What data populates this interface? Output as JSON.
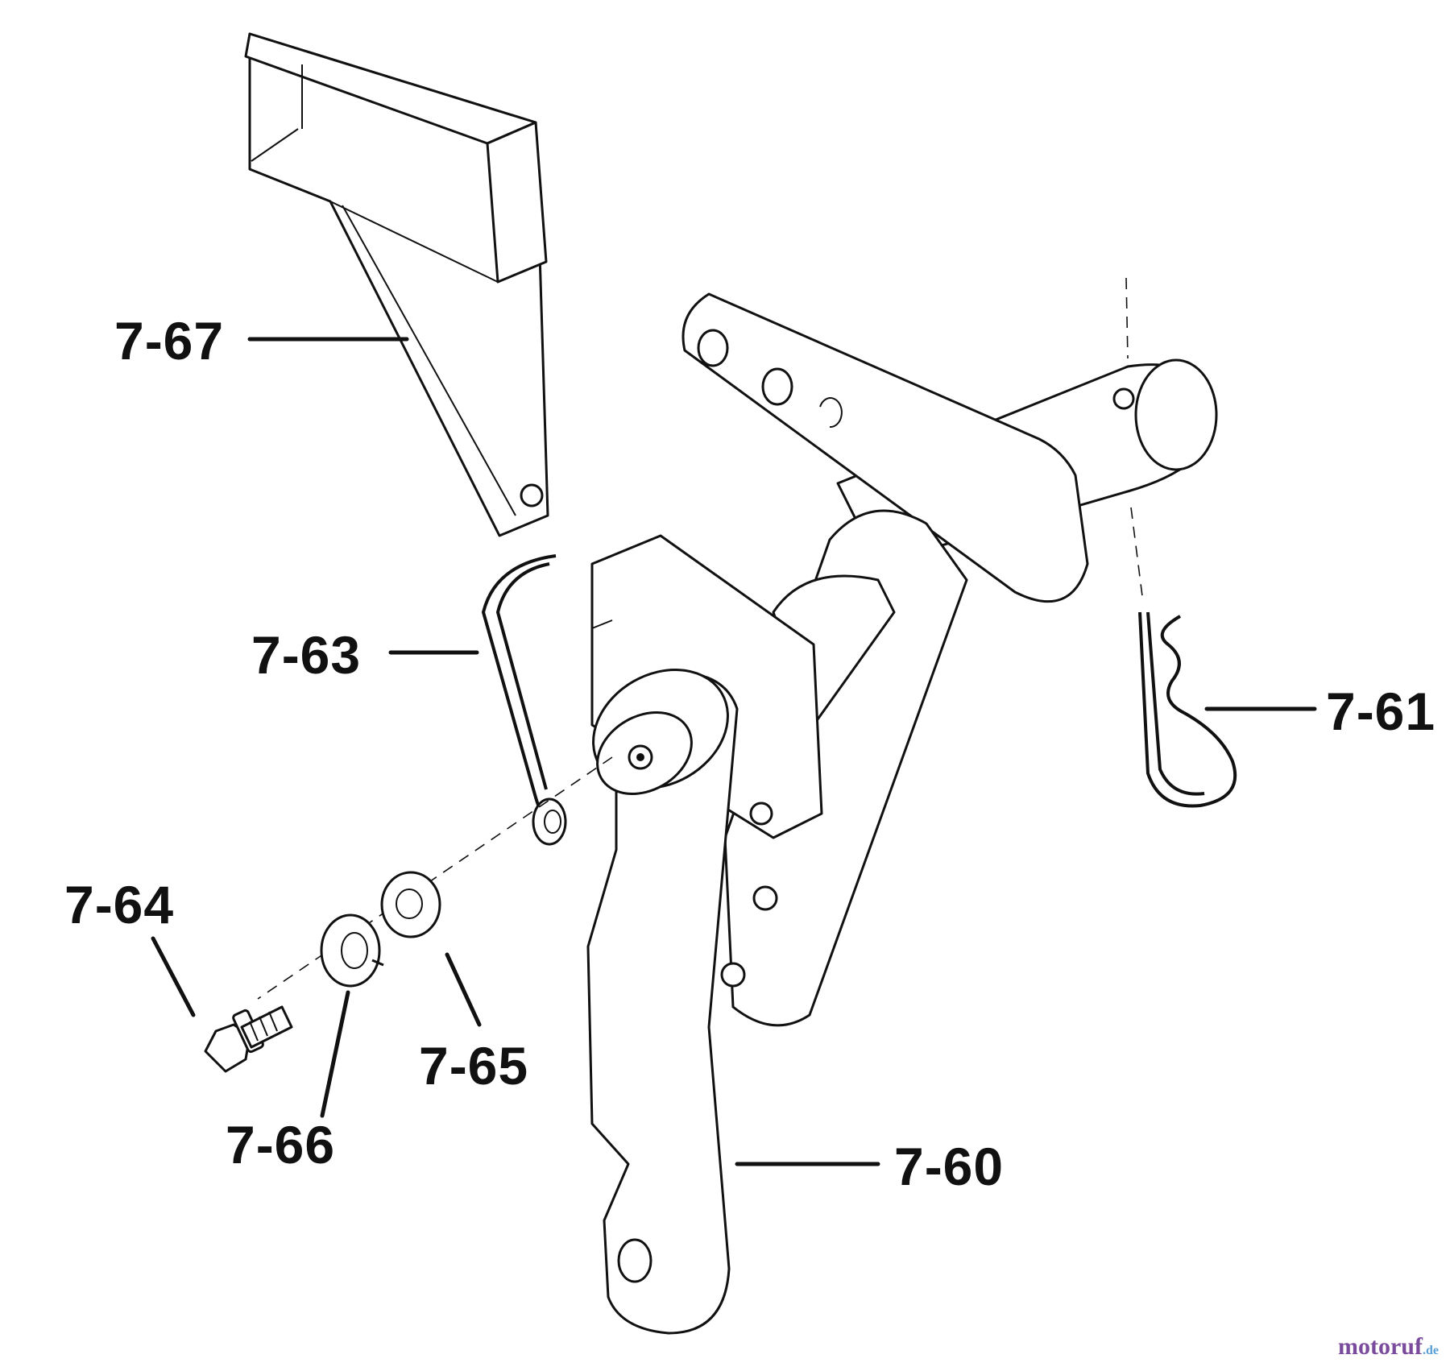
{
  "diagram": {
    "callouts": [
      {
        "id": "7-67",
        "label": "7-67"
      },
      {
        "id": "7-63",
        "label": "7-63"
      },
      {
        "id": "7-61",
        "label": "7-61"
      },
      {
        "id": "7-64",
        "label": "7-64"
      },
      {
        "id": "7-65",
        "label": "7-65"
      },
      {
        "id": "7-66",
        "label": "7-66"
      },
      {
        "id": "7-60",
        "label": "7-60"
      }
    ]
  },
  "watermark": {
    "text": "motoruf",
    "suffix": ".de",
    "color": "#7a4b9c"
  }
}
